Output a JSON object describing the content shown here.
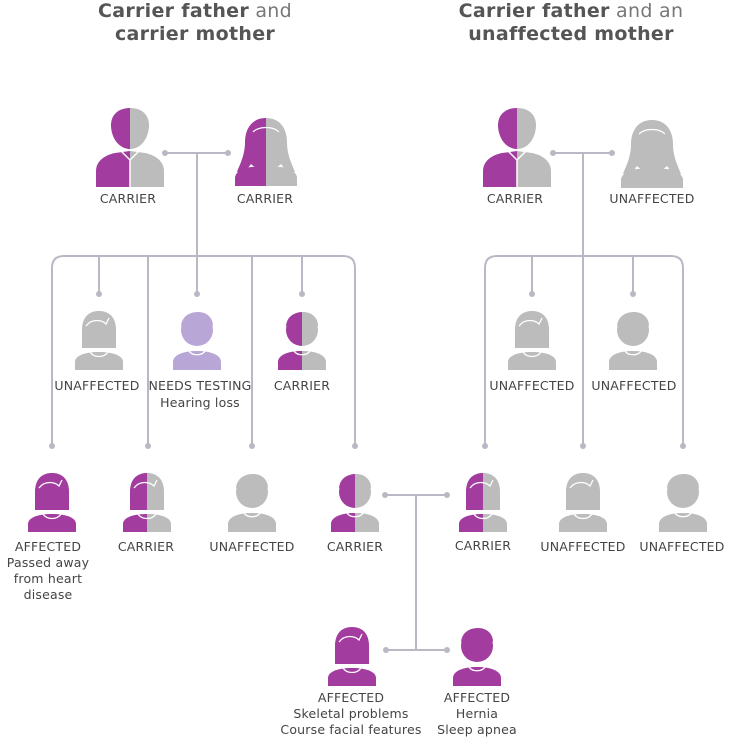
{
  "titles": {
    "left": {
      "line1_bold": "Carrier father",
      "line1_rest": " and",
      "line2": "carrier mother"
    },
    "right": {
      "line1_bold": "Carrier father",
      "line1_rest": " and an",
      "line2": "unaffected mother"
    }
  },
  "colors": {
    "affected": "#a23c9f",
    "unaffected": "#bcbcbc",
    "needs_testing": "#b8a6d6",
    "line": "#b9b9c6"
  },
  "people": {
    "father_left": {
      "status": "CARRIER"
    },
    "mother_left": {
      "status": "CARRIER"
    },
    "gen2_a": {
      "status": "UNAFFECTED"
    },
    "gen2_b": {
      "status": "NEEDS TESTING",
      "note": "Hearing loss"
    },
    "gen2_c": {
      "status": "CARRIER"
    },
    "father_right": {
      "status": "CARRIER"
    },
    "mother_right": {
      "status": "UNAFFECTED"
    },
    "gen2_d": {
      "status": "UNAFFECTED"
    },
    "gen2_e": {
      "status": "UNAFFECTED"
    },
    "gen3_a": {
      "status": "AFFECTED",
      "note1": "Passed away",
      "note2": "from heart",
      "note3": "disease"
    },
    "gen3_b": {
      "status": "CARRIER"
    },
    "gen3_c": {
      "status": "UNAFFECTED"
    },
    "gen3_d": {
      "status": "CARRIER"
    },
    "gen3_e": {
      "status": "CARRIER"
    },
    "gen3_f": {
      "status": "UNAFFECTED"
    },
    "gen3_g": {
      "status": "UNAFFECTED"
    },
    "child_girl": {
      "status": "AFFECTED",
      "note1": "Skeletal problems",
      "note2": "Course facial features"
    },
    "child_boy": {
      "status": "AFFECTED",
      "note1": "Hernia",
      "note2": "Sleep apnea"
    }
  }
}
